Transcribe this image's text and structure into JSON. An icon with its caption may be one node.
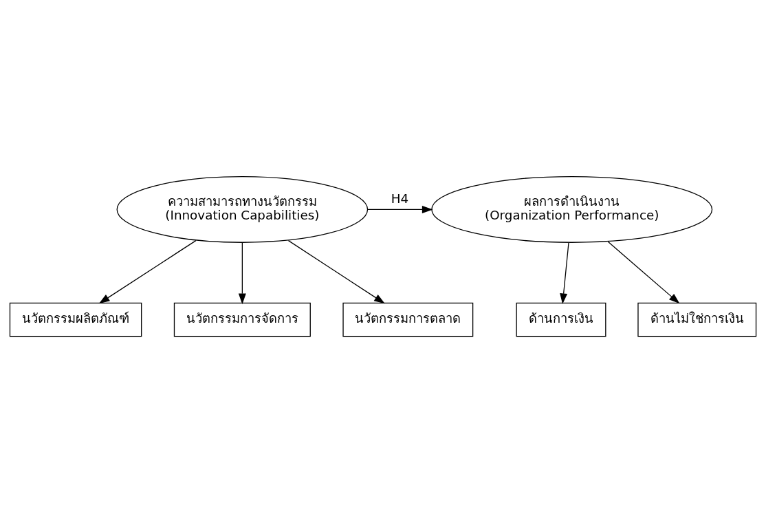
{
  "diagram": {
    "nodes": [
      {
        "text": [
          "ความสามารถทางนวัตกรรม",
          "(Innovation Capabilities)"
        ]
      },
      {
        "text": [
          "ผลการดำเนินงาน",
          "(Organization Performance)"
        ]
      },
      {
        "text": [
          "นวัตกรรมผลิตภัณฑ์"
        ]
      },
      {
        "text": [
          "นวัตกรรมการจัดการ"
        ]
      },
      {
        "text": [
          "นวัตกรรมการตลาด"
        ]
      },
      {
        "text": [
          "ด้านการเงิน"
        ]
      },
      {
        "text": [
          "ด้านไม่ใช่การเงิน"
        ]
      }
    ],
    "edges": [
      {
        "from": 0,
        "to": 1,
        "arrow": "to",
        "label": "H4"
      },
      {
        "from": 0,
        "to": 2,
        "arrow": "to"
      },
      {
        "from": 0,
        "to": 3,
        "arrow": "to"
      },
      {
        "from": 0,
        "to": 4,
        "arrow": "to"
      },
      {
        "from": 1,
        "to": 5,
        "arrow": "to"
      },
      {
        "from": 1,
        "to": 6,
        "arrow": "to"
      }
    ]
  }
}
